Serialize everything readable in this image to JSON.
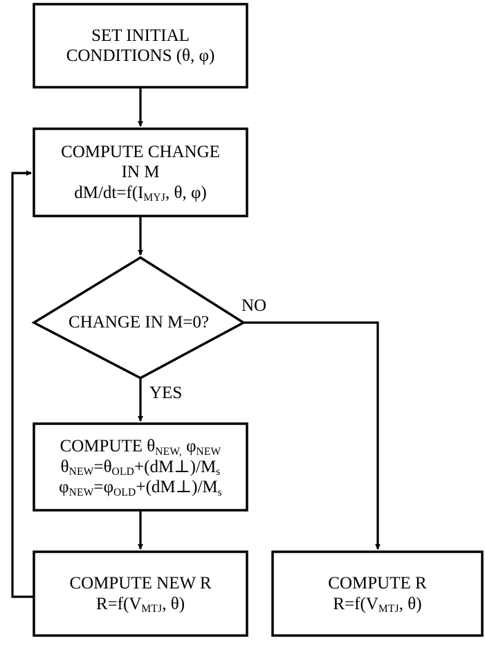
{
  "diagram": {
    "title": "Magnetization dynamics simulation flowchart",
    "type": "flowchart",
    "stroke_color": "#000000",
    "fill_color": "#ffffff",
    "text_color": "#000000",
    "nodes": [
      {
        "id": "set-initial-conditions",
        "shape": "rectangle",
        "lines": [
          "SET INITIAL",
          "CONDITIONS (θ, φ)"
        ]
      },
      {
        "id": "compute-change-in-m",
        "shape": "rectangle",
        "lines": [
          "COMPUTE CHANGE",
          "IN M",
          "dM/dt=f(I<sub>MYJ</sub>, θ, φ)"
        ]
      },
      {
        "id": "change-in-m-zero",
        "shape": "diamond",
        "lines": [
          "CHANGE IN M=0?"
        ]
      },
      {
        "id": "compute-new-angles",
        "shape": "rectangle",
        "lines": [
          "COMPUTE θ<sub>NEW,</sub> φ<sub>NEW</sub>",
          "θ<sub>NEW</sub>=θ<sub>OLD</sub>+(dM⊥)/M<sub>s</sub>",
          "φ<sub>NEW</sub>=φ<sub>OLD</sub>+(dM⊥)/M<sub>s</sub>"
        ]
      },
      {
        "id": "compute-new-r",
        "shape": "rectangle",
        "lines": [
          "COMPUTE NEW R",
          "R=f(V<sub>MTJ</sub>, θ)"
        ]
      },
      {
        "id": "compute-r",
        "shape": "rectangle",
        "lines": [
          "COMPUTE R",
          "R=f(V<sub>MTJ</sub>, θ)"
        ]
      }
    ],
    "edge_labels": {
      "no": "NO",
      "yes": "YES"
    },
    "edges": [
      {
        "from": "set-initial-conditions",
        "to": "compute-change-in-m",
        "label": ""
      },
      {
        "from": "compute-change-in-m",
        "to": "change-in-m-zero",
        "label": ""
      },
      {
        "from": "change-in-m-zero",
        "to": "compute-new-angles",
        "label": "YES"
      },
      {
        "from": "change-in-m-zero",
        "to": "compute-r",
        "label": "NO"
      },
      {
        "from": "compute-new-angles",
        "to": "compute-new-r",
        "label": ""
      },
      {
        "from": "compute-new-r",
        "to": "compute-change-in-m",
        "label": ""
      }
    ]
  }
}
